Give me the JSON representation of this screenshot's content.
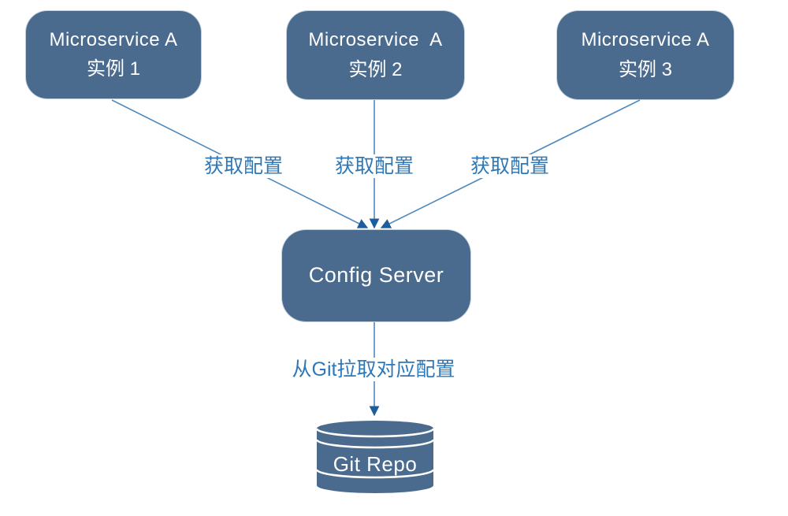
{
  "diagram": {
    "nodes": {
      "instance1": {
        "title": "Microservice A",
        "subtitle": "实例 1"
      },
      "instance2": {
        "title": "Microservice  A",
        "subtitle": "实例 2"
      },
      "instance3": {
        "title": "Microservice A",
        "subtitle": "实例 3"
      },
      "config_server": {
        "title": "Config Server"
      },
      "git_repo": {
        "label": "Git Repo"
      }
    },
    "edges": {
      "fetch1": {
        "label": "获取配置"
      },
      "fetch2": {
        "label": "获取配置"
      },
      "fetch3": {
        "label": "获取配置"
      },
      "pull": {
        "label": "从Git拉取对应配置"
      }
    },
    "colors": {
      "node_fill": "#4a6b8d",
      "node_text": "#ffffff",
      "line": "#4f88bd",
      "arrowhead": "#1d5d9b",
      "edge_label_text": "#2e78b8",
      "background": "#ffffff"
    }
  }
}
